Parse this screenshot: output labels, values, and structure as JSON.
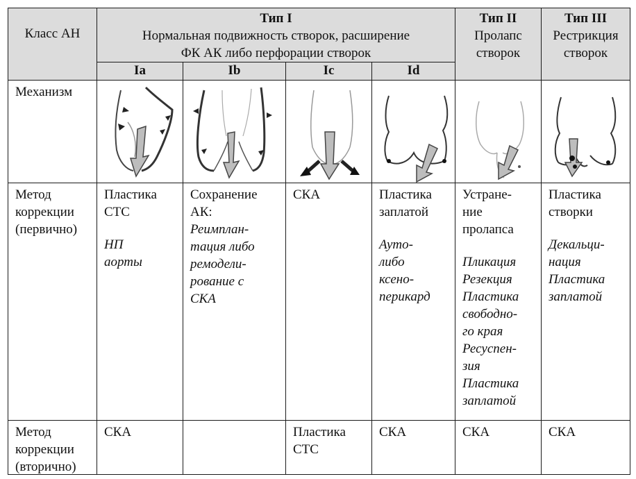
{
  "header": {
    "class_label": "Класс АН",
    "type1": {
      "title": "Тип I",
      "desc_line1": "Нормальная подвижность створок, расширение",
      "desc_line2": "ФК АК либо перфорации створок"
    },
    "type2": {
      "title": "Тип II",
      "desc_line1": "Пролапс",
      "desc_line2": "створок"
    },
    "type3": {
      "title": "Тип III",
      "desc_line1": "Рестрикция",
      "desc_line2": "створок"
    },
    "subtypes": [
      "Ia",
      "Ib",
      "Ic",
      "Id"
    ]
  },
  "rows": {
    "mechanism": {
      "label": "Механизм"
    },
    "primary": {
      "label": [
        "Метод",
        "коррекции",
        "(первично)"
      ],
      "cells": {
        "ia": {
          "normal": [
            "Пластика",
            "СТС"
          ],
          "italic": [
            "НП",
            "аорты"
          ]
        },
        "ib": {
          "normal": [
            "Сохранение",
            "АК:"
          ],
          "italic": [
            "Реимплан-",
            "тация либо",
            "ремодели-",
            "рование с",
            "СКА"
          ]
        },
        "ic": {
          "normal": [
            "СКА"
          ]
        },
        "id": {
          "normal": [
            "Пластика",
            "заплатой"
          ],
          "italic": [
            "Ауто-",
            "либо",
            "ксено-",
            "перикард"
          ]
        },
        "t2": {
          "normal": [
            "Устране-",
            "ние",
            "пролапса"
          ],
          "italic": [
            "Пликация",
            "Резекция",
            "Пластика",
            "свободно-",
            "го края",
            "Ресуспен-",
            "зия",
            "Пластика",
            "заплатой"
          ]
        },
        "t3": {
          "normal": [
            "Пластика",
            "створки"
          ],
          "italic": [
            "Декальци-",
            "нация",
            "Пластика",
            "заплатой"
          ]
        }
      }
    },
    "secondary": {
      "label": [
        "Метод",
        "коррекции",
        "(вторично)"
      ],
      "cells": {
        "ia": [
          "СКА"
        ],
        "ib": [],
        "ic": [
          "Пластика",
          "СТС"
        ],
        "id": [
          "СКА"
        ],
        "t2": [
          "СКА"
        ],
        "t3": [
          "СКА"
        ]
      }
    }
  },
  "colors": {
    "header_bg": "#dcdcdc",
    "border": "#1a1a1a",
    "arrow_fill": "#bdbdbd"
  }
}
